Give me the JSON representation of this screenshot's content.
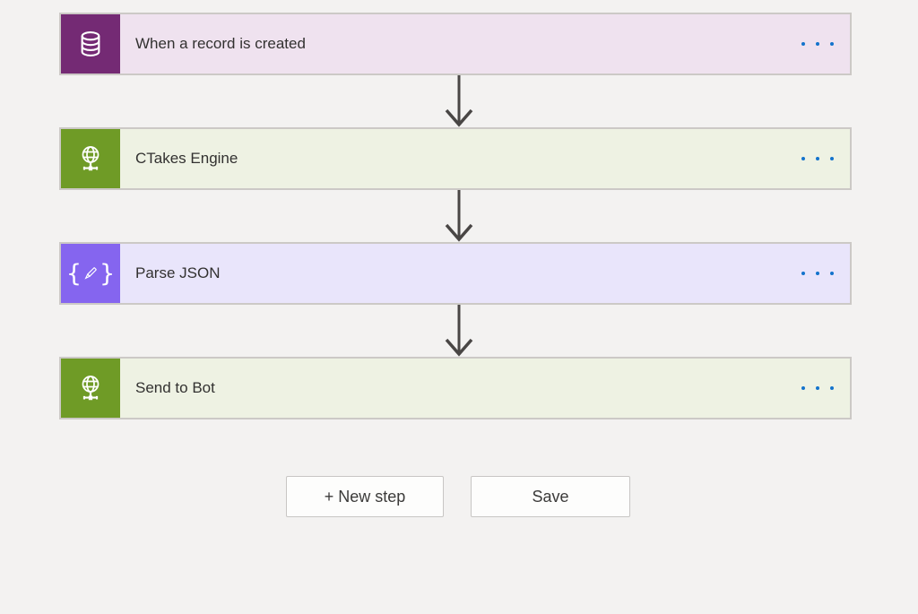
{
  "page": {
    "background": "#f3f2f1",
    "card_border": "#ccc9c6"
  },
  "flow": {
    "steps": [
      {
        "title": "When a record is created",
        "icon": "database-icon",
        "icon_bg": "#742a74",
        "card_bg": "#efe2ef",
        "menu_icon": "ellipsis-icon"
      },
      {
        "title": "CTakes Engine",
        "icon": "globe-icon",
        "icon_bg": "#6f9b26",
        "card_bg": "#eef2e3",
        "menu_icon": "ellipsis-icon"
      },
      {
        "title": "Parse JSON",
        "icon": "braces-pencil-icon",
        "icon_bg": "#8565ef",
        "card_bg": "#e9e5fb",
        "menu_icon": "ellipsis-icon"
      },
      {
        "title": "Send to Bot",
        "icon": "globe-icon",
        "icon_bg": "#6f9b26",
        "card_bg": "#eef2e3",
        "menu_icon": "ellipsis-icon"
      }
    ],
    "arrow_color": "#494645",
    "ellipsis_color": "#1373cc"
  },
  "footer": {
    "new_step_label": "+ New step",
    "save_label": "Save"
  }
}
